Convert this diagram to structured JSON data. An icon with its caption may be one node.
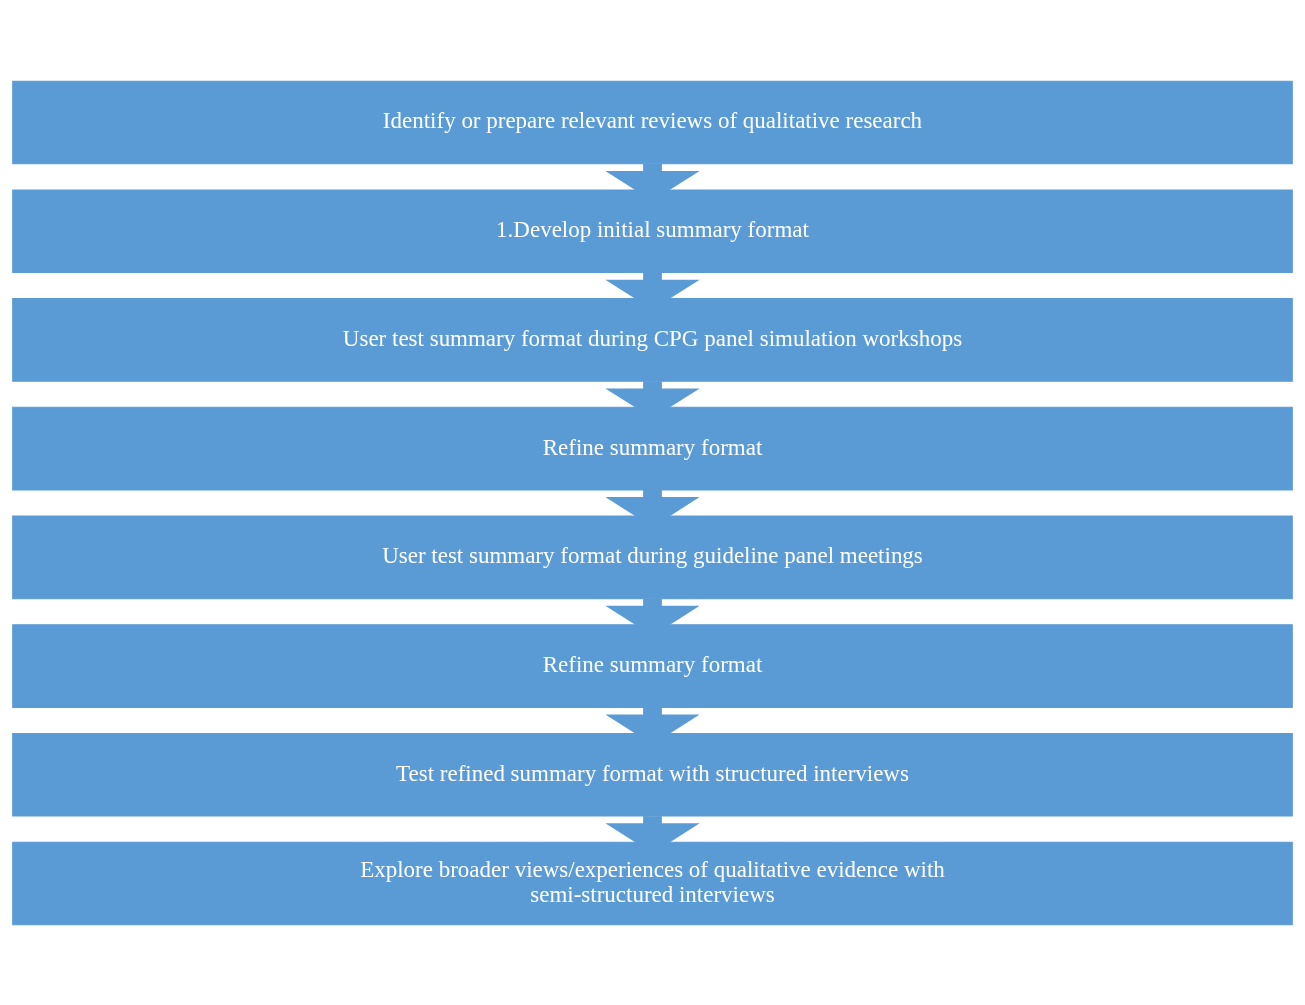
{
  "diagram": {
    "nodes": [
      {
        "text": [
          "Identify or prepare relevant reviews of qualitative research"
        ]
      },
      {
        "text": [
          "1.Develop initial summary format"
        ]
      },
      {
        "text": [
          "User test summary format during CPG panel simulation workshops"
        ]
      },
      {
        "text": [
          "Refine summary format"
        ]
      },
      {
        "text": [
          "User test summary format during guideline panel meetings"
        ]
      },
      {
        "text": [
          "Refine summary format"
        ]
      },
      {
        "text": [
          "Test refined summary format with structured interviews"
        ]
      },
      {
        "text": [
          "Explore broader views/experiences of qualitative evidence with semi-structured interviews"
        ]
      }
    ],
    "edges": [
      {
        "from": 0,
        "to": 1,
        "arrow": "to"
      },
      {
        "from": 1,
        "to": 2,
        "arrow": "to"
      },
      {
        "from": 2,
        "to": 3,
        "arrow": "to"
      },
      {
        "from": 3,
        "to": 4,
        "arrow": "to"
      },
      {
        "from": 4,
        "to": 5,
        "arrow": "to"
      },
      {
        "from": 5,
        "to": 6,
        "arrow": "to"
      },
      {
        "from": 6,
        "to": 7,
        "arrow": "to"
      }
    ]
  }
}
